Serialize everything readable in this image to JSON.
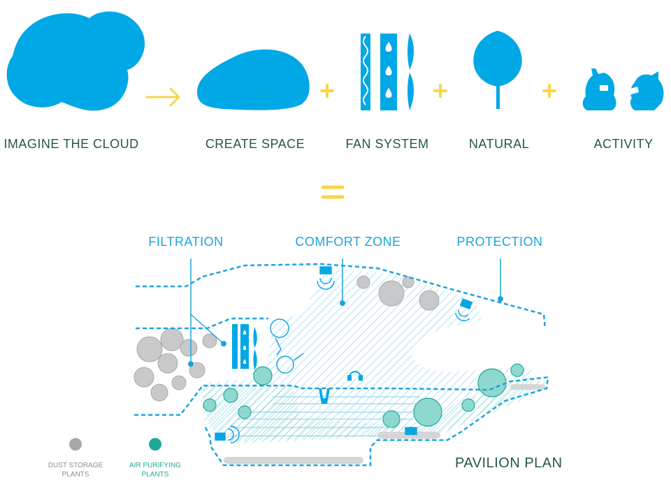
{
  "steps": [
    {
      "label": "IMAGINE THE CLOUD",
      "icon": "cloud-icon"
    },
    {
      "label": "CREATE SPACE",
      "icon": "space-blob-icon"
    },
    {
      "label": "FAN SYSTEM",
      "icon": "fan-system-icon"
    },
    {
      "label": "NATURAL",
      "icon": "tree-icon"
    },
    {
      "label": "ACTIVITY",
      "icon": "people-activity-icon"
    }
  ],
  "operators": {
    "arrow": "arrow-icon",
    "plus": "plus-icon",
    "equals": "equals-icon"
  },
  "plan_labels": {
    "filtration": "FILTRATION",
    "comfort_zone": "COMFORT ZONE",
    "protection": "PROTECTION"
  },
  "legend": {
    "dust": {
      "line1": "DUST STORAGE",
      "line2": "PLANTS",
      "color": "#a7a8a9"
    },
    "air": {
      "line1": "AIR PURIFYING",
      "line2": "PLANTS",
      "color": "#1fa89a"
    }
  },
  "plan_title": "PAVILION PLAN",
  "colors": {
    "primary_blue": "#00a8e6",
    "label_blue": "#1ba4dc",
    "dark_green": "#24574a",
    "operator_yellow": "#f6d64a",
    "teal": "#1fa89a",
    "grey": "#a7a8a9"
  }
}
